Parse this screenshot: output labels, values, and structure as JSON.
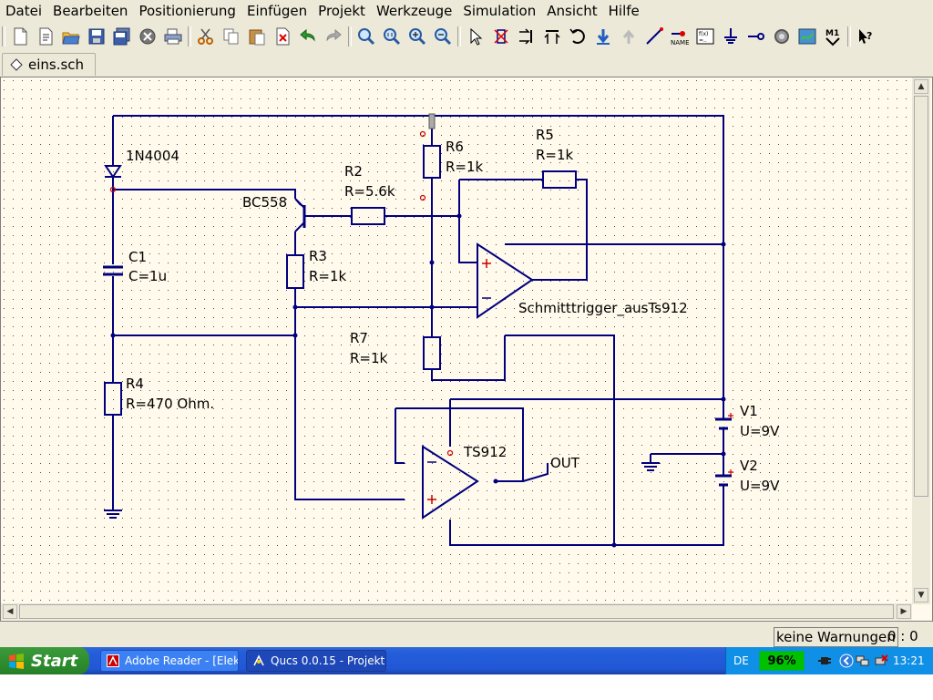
{
  "menu": [
    "Datei",
    "Bearbeiten",
    "Positionierung",
    "Einfügen",
    "Projekt",
    "Werkzeuge",
    "Simulation",
    "Ansicht",
    "Hilfe"
  ],
  "toolbar_icons": [
    "new-file-icon",
    "new-text-icon",
    "open-icon",
    "save-icon",
    "save-all-icon",
    "close-icon",
    "print-icon",
    "cut-icon",
    "copy-icon",
    "paste-icon",
    "delete-icon",
    "undo-icon",
    "redo-icon",
    "zoom-fit-icon",
    "zoom-1to1-icon",
    "zoom-in-icon",
    "zoom-out-icon",
    "select-icon",
    "deactivate-icon",
    "mirror-x-icon",
    "mirror-y-icon",
    "rotate-icon",
    "enter-subcircuit-icon",
    "leave-subcircuit-icon",
    "wire-icon",
    "wire-label-icon",
    "equation-icon",
    "ground-icon",
    "port-icon",
    "simulate-icon",
    "view-data-icon",
    "marker-icon",
    "whats-this-icon"
  ],
  "tab": {
    "label": "eins.sch"
  },
  "schematic": {
    "components": {
      "diode": {
        "name": "1N4004"
      },
      "transistor": {
        "name": "BC558"
      },
      "r2": {
        "name": "R2",
        "value": "R=5.6k"
      },
      "r6": {
        "name": "R6",
        "value": "R=1k"
      },
      "r5": {
        "name": "R5",
        "value": "R=1k"
      },
      "c1": {
        "name": "C1",
        "value": "C=1u"
      },
      "r3": {
        "name": "R3",
        "value": "R=1k"
      },
      "opamp1": {
        "name": "Schmitttrigger_ausTs912"
      },
      "r7": {
        "name": "R7",
        "value": "R=1k"
      },
      "r4": {
        "name": "R4",
        "value": "R=470 Ohm."
      },
      "v1": {
        "name": "V1",
        "value": "U=9V"
      },
      "v2": {
        "name": "V2",
        "value": "U=9V"
      },
      "opamp2": {
        "name": "TS912"
      },
      "out": {
        "name": "OUT"
      }
    }
  },
  "status": {
    "warnings": "keine Warnungen",
    "position": "0 : 0"
  },
  "taskbar": {
    "start": "Start",
    "tasks": [
      "Adobe Reader - [Elek...",
      "Qucs 0.0.15 - Projekt..."
    ],
    "lang": "DE",
    "battery": "96%",
    "clock": "13:21"
  },
  "colors": {
    "wire": "#00007f",
    "grid": "#000000",
    "canvas": "#fffaeb",
    "accent": "#cc0000"
  }
}
